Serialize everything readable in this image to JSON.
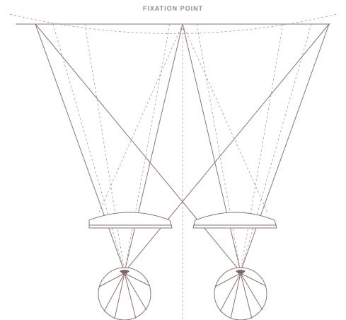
{
  "title": "FIXATION POINT",
  "colors": {
    "line": "#8a7472",
    "dashed": "#a99896",
    "title": "#9a8a88",
    "fovea": "#7d6664"
  },
  "elements": {
    "left_eye": "eye",
    "right_eye": "eye",
    "left_lens": "lens",
    "right_lens": "lens"
  }
}
